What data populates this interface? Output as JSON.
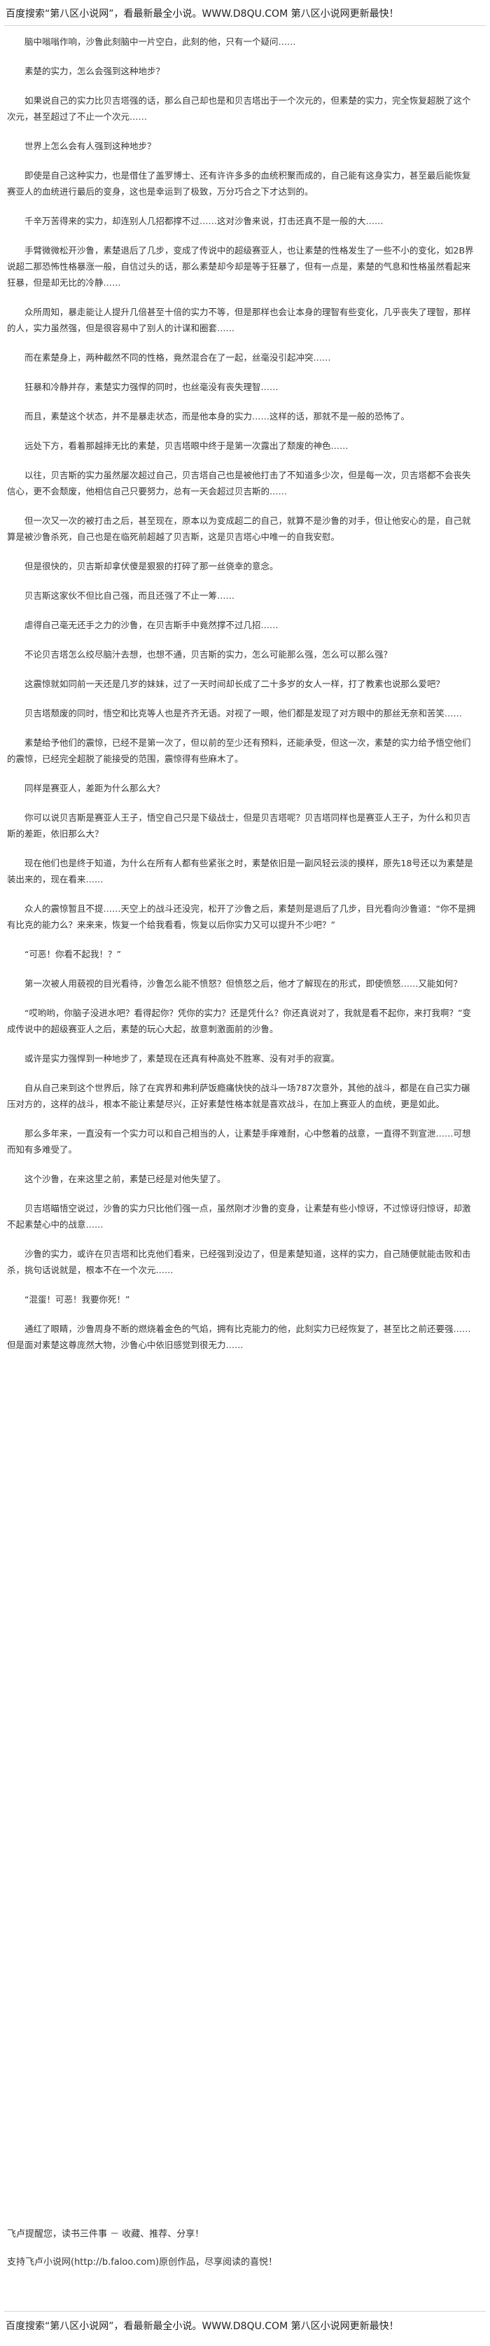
{
  "header": {
    "text": "百度搜索“第八区小说网”，看最新最全小说。WWW.D8QU.COM  第八区小说网更新最快！"
  },
  "chapter": {
    "paragraphs": [
      "脑中嗡嗡作响，沙鲁此刻脑中一片空白，此刻的他，只有一个疑问……",
      "素楚的实力，怎么会强到这种地步？",
      "如果说自己的实力比贝吉塔强的话，那么自己却也是和贝吉塔出于一个次元的，但素楚的实力，完全恢复超脱了这个次元，甚至超过了不止一个次元……",
      "世界上怎么会有人强到这种地步？",
      "即使是自己这种实力，也是借住了盖罗博士、还有许许多多的血统积聚而成的，自己能有这身实力，甚至最后能恢复赛亚人的血统进行最后的变身，这也是幸运到了极致，万分巧合之下才达到的。",
      "千辛万苦得来的实力，却连别人几招都撑不过……这对沙鲁来说，打击还真不是一般的大……",
      "手臂微微松开沙鲁，素楚退后了几步，变成了传说中的超级赛亚人，也让素楚的性格发生了一些不小的变化，如2B界说超二那恐怖性格暴涨一般，自信过头的话，那么素楚却今却是等于狂暴了，但有一点是，素楚的气息和性格虽然看起来狂暴，但是却无比的冷静……",
      "众所周知，暴走能让人提升几倍甚至十倍的实力不等，但是那样也会让本身的理智有些变化，几乎丧失了理智，那样的人，实力虽然强，但是很容易中了别人的计谋和圈套……",
      "而在素楚身上，两种截然不同的性格，竟然混合在了一起，丝毫没引起冲突……",
      "狂暴和冷静并存，素楚实力强悍的同时，也丝毫没有丧失理智……",
      "而且，素楚这个状态，并不是暴走状态，而是他本身的实力……这样的话，那就不是一般的恐怖了。",
      "远处下方，看着那越摔无比的素楚，贝吉塔眼中终于是第一次露出了颓废的神色……",
      "以往，贝吉斯的实力虽然屡次超过自己，贝吉塔自己也是被他打击了不知道多少次，但是每一次，贝吉塔都不会丧失信心，更不会颓废，他相信自己只要努力，总有一天会超过贝吉斯的……",
      "但一次又一次的被打击之后，甚至现在，原本以为变成超二的自己，就算不是沙鲁的对手，但让他安心的是，自己就算是被沙鲁杀死，自己也是在临死前超越了贝吉斯，这是贝吉塔心中唯一的自我安慰。",
      "但是很快的，贝吉斯却拿伏傻是狠狠的打碎了那一丝侥幸的意念。",
      "贝吉斯这家伙不但比自己强，而且还强了不止一筹……",
      "虐得自己毫无还手之力的沙鲁，在贝吉斯手中竟然撑不过几招……",
      "不论贝吉塔怎么绞尽脑汁去想，也想不通，贝吉斯的实力，怎么可能那么强，怎么可以那么强？",
      "这震惊就如同前一天还是几岁的妹妹，过了一天时间却长成了二十多岁的女人一样，打了教素也说那么爱吧？",
      "贝吉塔颓废的同时，悟空和比克等人也是齐齐无语。对视了一眼，他们都是发现了对方眼中的那丝无奈和苦笑……",
      "素楚给予他们的震惊，已经不是第一次了，但以前的至少还有预料，还能承受，但这一次，素楚的实力给予悟空他们的震惊，已经完全超脱了能接受的范围，震惊得有些麻木了。",
      "同样是赛亚人，差距为什么那么大？",
      "你可以说贝吉斯是赛亚人王子，悟空自己只是下级战士，但是贝吉塔呢？贝吉塔同样也是赛亚人王子，为什么和贝吉斯的差距，依旧那么大？",
      "现在他们也是终于知道，为什么在所有人都有些紧张之时，素楚依旧是一副风轻云淡的摸样，原先18号还以为素楚是装出来的，现在看来……",
      "众人的震惊暂且不提……天空上的战斗还没完，松开了沙鲁之后，素楚则是退后了几步，目光看向沙鲁道：“你不是拥有比克的能力么？来来来，恢复一个给我看看，恢复以后你实力又可以提升不少吧？”",
      "“可恶！你看不起我！？”",
      "第一次被人用藐视的目光看待，沙鲁怎么能不愤怒？但愤怒之后，他才了解现在的形式，即使愤怒……又能如何？",
      "“哎哟哟，你脑子没进水吧？看得起你？凭你的实力？还是凭什么？你还真说对了，我就是看不起你，来打我啊？”变成传说中的超级赛亚人之后，素楚的玩心大起，故意刺激面前的沙鲁。",
      "或许是实力强悍到一种地步了，素楚现在还真有种高处不胜寒、没有对手的寂寞。",
      "自从自己来到这个世界后，除了在宾界和弗利萨饭瘾痛快快的战斗一场787次意外，其他的战斗，都是在自己实力碾压对方的，这样的战斗，根本不能让素楚尽兴，正好素楚性格本就是喜欢战斗，在加上赛亚人的血统，更是如此。",
      "那么多年来，一直没有一个实力可以和自己相当的人，让素楚手痒难耐，心中憋着的战意，一直得不到宣泄……可想而知有多难受了。",
      "这个沙鲁，在来这里之前，素楚已经是对他失望了。",
      "贝吉塔瞄悟空说过，沙鲁的实力只比他们强一点，虽然刚才沙鲁的变身，让素楚有些小惊讶，不过惊讶归惊讶，却激不起素楚心中的战意……",
      "沙鲁的实力，或许在贝吉塔和比克他们看来，已经强到没边了，但是素楚知道，这样的实力，自己随便就能击败和击杀，挑句话说就是，根本不在一个次元……",
      "“混蛋！可恶！我要你死！”",
      "通红了眼睛，沙鲁周身不断的燃烧着金色的气焰，拥有比克能力的他，此刻实力已经恢复了，甚至比之前还要强……但是面对素楚这尊庞然大物，沙鲁心中依旧感觉到很无力……"
    ]
  },
  "notes": {
    "share": "飞卢提醒您，读书三件事 － 收藏、推荐、分享！",
    "support": "支持飞卢小说网(http://b.faloo.com)原创作品，尽享阅读的喜悦！"
  },
  "footer": {
    "text": "百度搜索“第八区小说网”，看最新最全小说。WWW.D8QU.COM  第八区小说网更新最快！"
  }
}
